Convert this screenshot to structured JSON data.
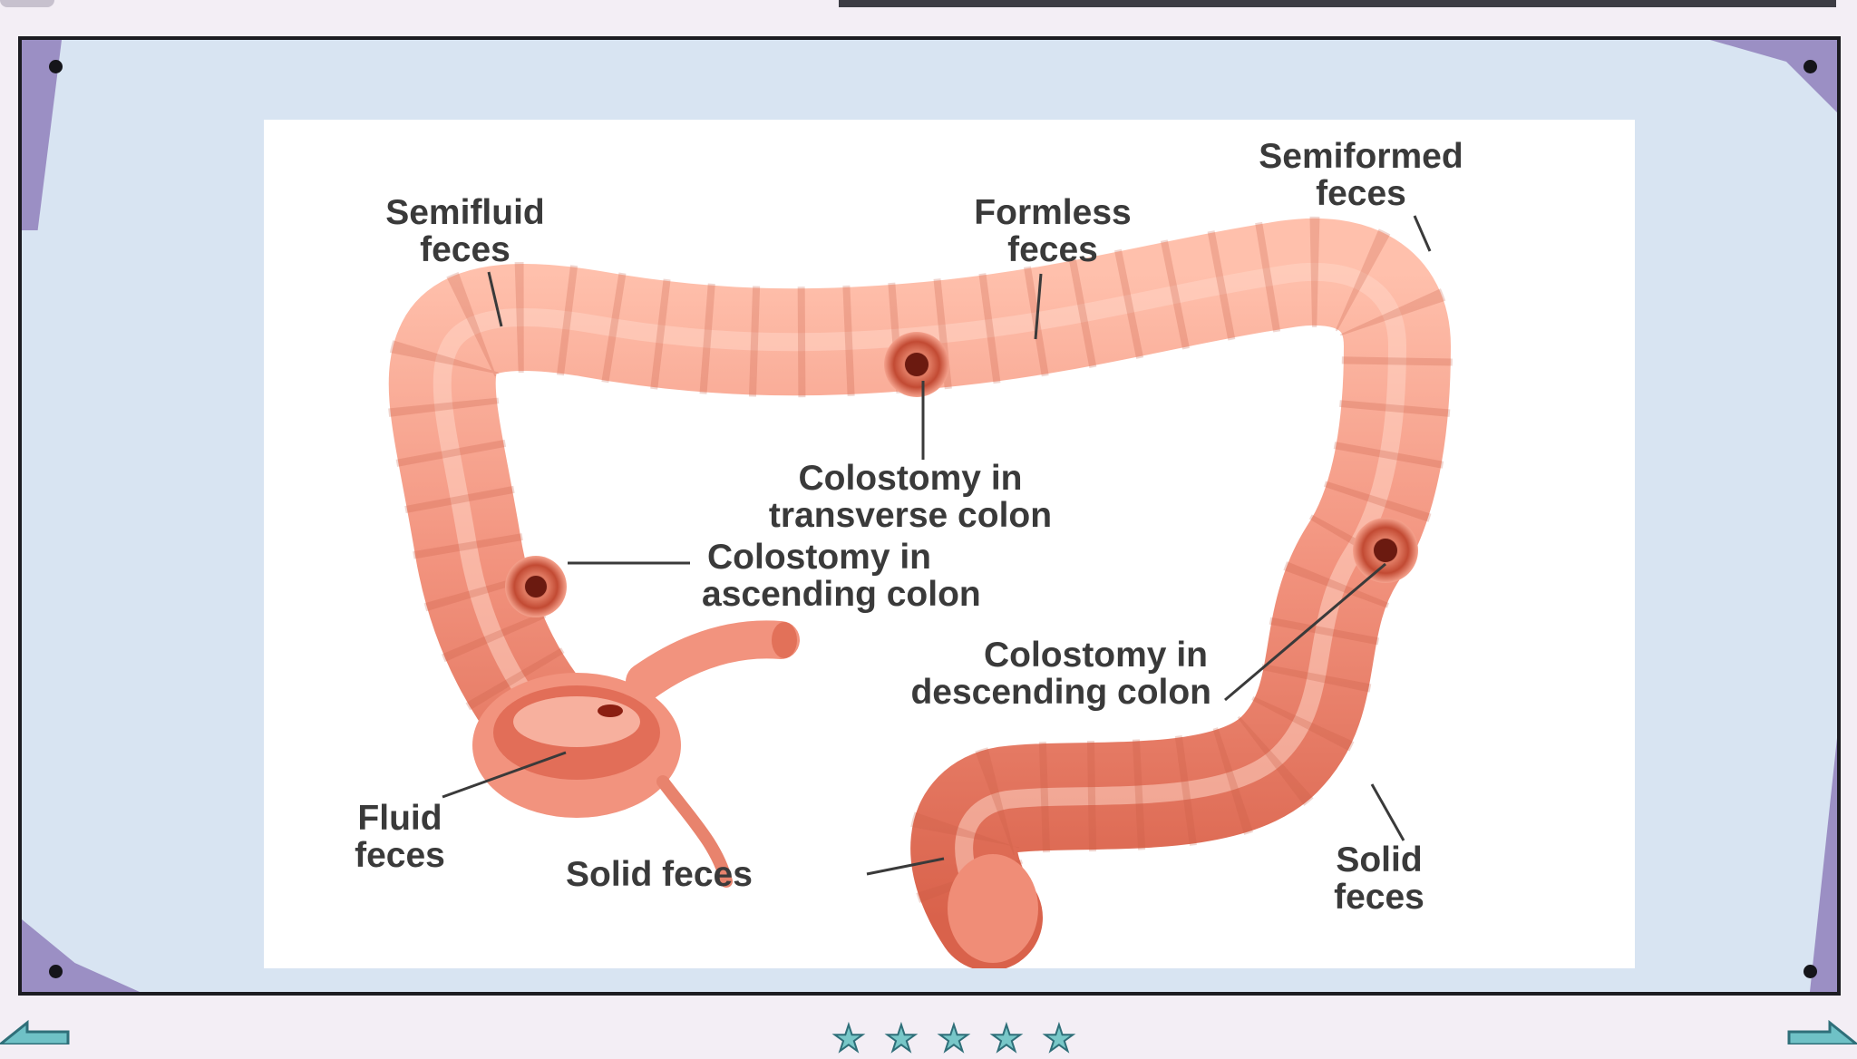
{
  "labels": {
    "semifluid": [
      "Semifluid",
      "feces"
    ],
    "formless": [
      "Formless",
      "feces"
    ],
    "semiformed": [
      "Semiformed",
      "feces"
    ],
    "colostomy_transverse": [
      "Colostomy in",
      "transverse colon"
    ],
    "colostomy_ascending": [
      "Colostomy in",
      "ascending colon"
    ],
    "colostomy_descending": [
      "Colostomy in",
      "descending colon"
    ],
    "fluid": [
      "Fluid",
      "feces"
    ],
    "solid_left": "Solid feces",
    "solid_right": [
      "Solid",
      "feces"
    ]
  },
  "colors": {
    "slide_background": "#d8e4f2",
    "frame_accent": "#9b8fc4",
    "colon_fill": "#f2937e",
    "colon_highlight": "#ffc0ac",
    "colon_shadow": "#d9624b",
    "stoma": "#c24a33",
    "nav_arrow": "#6fc1c6"
  },
  "icons": [
    "prev-arrow-icon",
    "star-icon",
    "next-arrow-icon"
  ]
}
